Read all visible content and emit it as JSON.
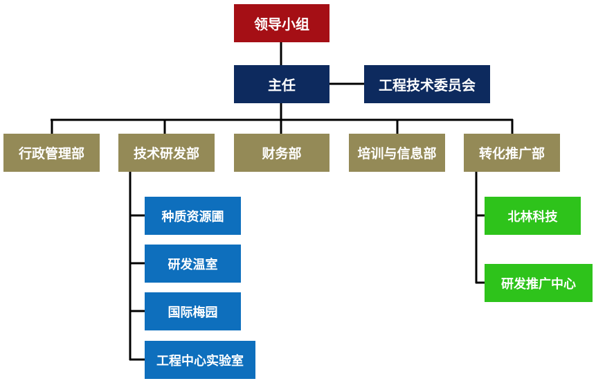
{
  "chart": {
    "leader_group": "领导小组",
    "director": "主任",
    "engineering_committee": "工程技术委员会",
    "departments": [
      "行政管理部",
      "技术研发部",
      "财务部",
      "培训与信息部",
      "转化推广部"
    ],
    "rnd_units": [
      "种质资源圃",
      "研发温室",
      "国际梅园",
      "工程中心实验室"
    ],
    "promotion_units": [
      "北林科技",
      "研发推广中心"
    ]
  },
  "colors": {
    "leader": "#a50f15",
    "director": "#0d2a5e",
    "department": "#948a57",
    "rnd_unit": "#0e6fbd",
    "promotion_unit": "#2ec31b",
    "connector": "#000000"
  }
}
